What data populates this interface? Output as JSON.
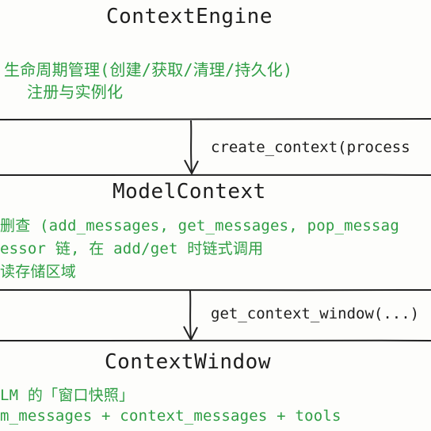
{
  "engine": {
    "title": "ContextEngine",
    "line1": "生命周期管理(创建/获取/清理/持久化)",
    "line2": "注册与实例化"
  },
  "arrow1": {
    "label": "create_context(process"
  },
  "model": {
    "title": "ModelContext",
    "line1": "删查 (add_messages, get_messages, pop_messag",
    "line2": "essor 链, 在 add/get 时链式调用",
    "line3": "读存储区域"
  },
  "arrow2": {
    "label": "get_context_window(...)"
  },
  "window": {
    "title": "ContextWindow",
    "line1": "LM 的「窗口快照」",
    "line2": "m_messages + context_messages + tools"
  }
}
